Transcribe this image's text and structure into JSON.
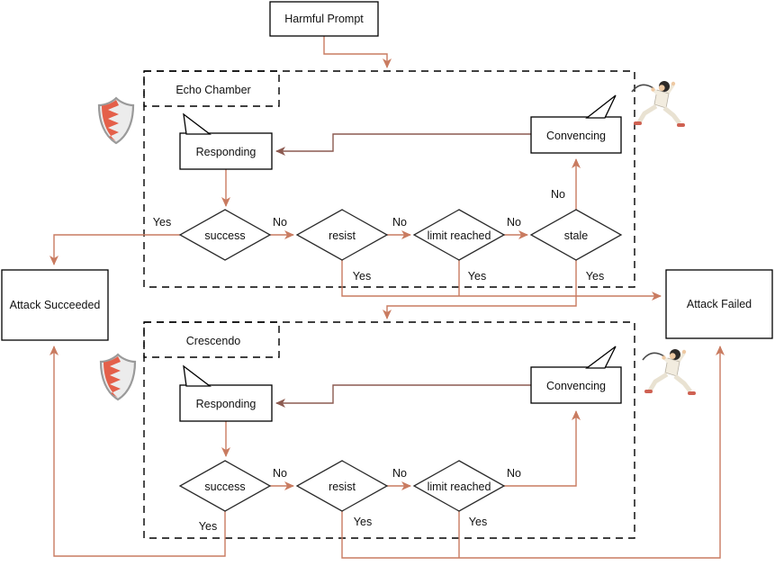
{
  "nodes": {
    "harmful_prompt": "Harmful Prompt",
    "attack_succeeded": "Attack Succeeded",
    "attack_failed": "Attack Failed"
  },
  "labels": {
    "yes": "Yes",
    "no": "No"
  },
  "sections": [
    {
      "title": "Echo Chamber",
      "responding": "Responding",
      "convincing": "Convencing",
      "decisions": [
        "success",
        "resist",
        "limit reached",
        "stale"
      ]
    },
    {
      "title": "Crescendo",
      "responding": "Responding",
      "convincing": "Convencing",
      "decisions": [
        "success",
        "resist",
        "limit reached"
      ]
    }
  ],
  "icons": {
    "defender": "shield-icon",
    "attacker": "fencer-icon"
  },
  "colors": {
    "edge": "#C97B60",
    "edge_dark": "#8C5A50",
    "shape_border": "#000000",
    "background": "#FFFFFF"
  }
}
